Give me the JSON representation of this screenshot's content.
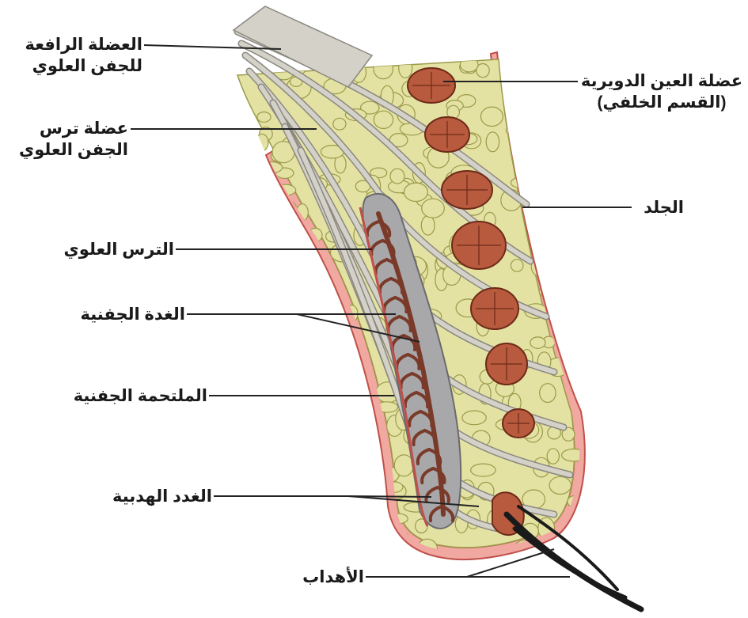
{
  "diagram": {
    "colors": {
      "fat": "#e4e2a2",
      "fat_edge": "#9a9a4a",
      "muscle": "#b85a3e",
      "muscle_edge": "#6d2a18",
      "skin": "#f0a8a0",
      "skin_edge": "#c0504a",
      "tendon": "#d4d2c8",
      "tendon_edge": "#8a8880",
      "tarsus": "#a8a8aa",
      "gland": "#7a3a2a",
      "line": "#222222"
    },
    "labels": {
      "levator": {
        "line1": "العضلة الرافعة",
        "line2": "للجفن العلوي"
      },
      "orbicularis": {
        "line1": "عضلة العين الدويرية",
        "line2": "(القسم الخلفي)"
      },
      "tarsal_muscle": {
        "line1": "عضلة ترس",
        "line2": "الجفن العلوي"
      },
      "skin": "الجلد",
      "tarsus": "الترس العلوي",
      "meibomian": "الغدة الجفنية",
      "conjunctiva": "الملتحمة الجفنية",
      "ciliary_glands": "الغدد الهدبية",
      "lashes": "الأهداب"
    }
  }
}
